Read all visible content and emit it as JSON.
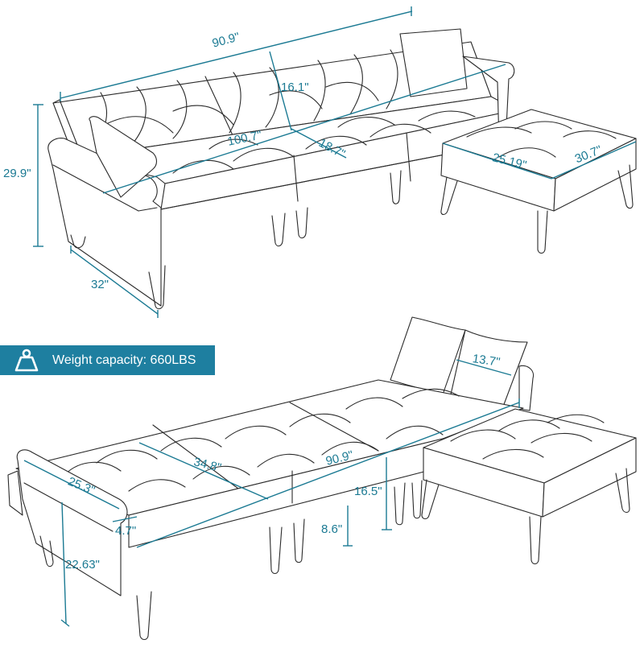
{
  "banner": {
    "icon": "weight-icon",
    "text": "Weight capacity: 660LBS",
    "background_color": "#1e7fa0",
    "text_color": "#ffffff"
  },
  "dimension_color": "#1b7a93",
  "top_view": {
    "description": "Sectional sofa in seating position with separate ottoman",
    "dimensions": {
      "back_length": "90.9\"",
      "back_height": "16.1\"",
      "total_length": "100.7\"",
      "seat_depth": "18.7\"",
      "total_height": "29.9\"",
      "total_depth": "32\"",
      "ottoman_length": "25.19\"",
      "ottoman_width": "30.7\""
    }
  },
  "bottom_view": {
    "description": "Sofa bed in flat position with pillows and ottoman",
    "dimensions": {
      "pillow_width": "13.7\"",
      "bed_length": "90.9\"",
      "bed_section": "34.8\"",
      "arm_length": "25.3\"",
      "arm_width": "4.7\"",
      "arm_height": "22.63\"",
      "seat_height": "16.5\"",
      "leg_height": "8.6\""
    }
  }
}
